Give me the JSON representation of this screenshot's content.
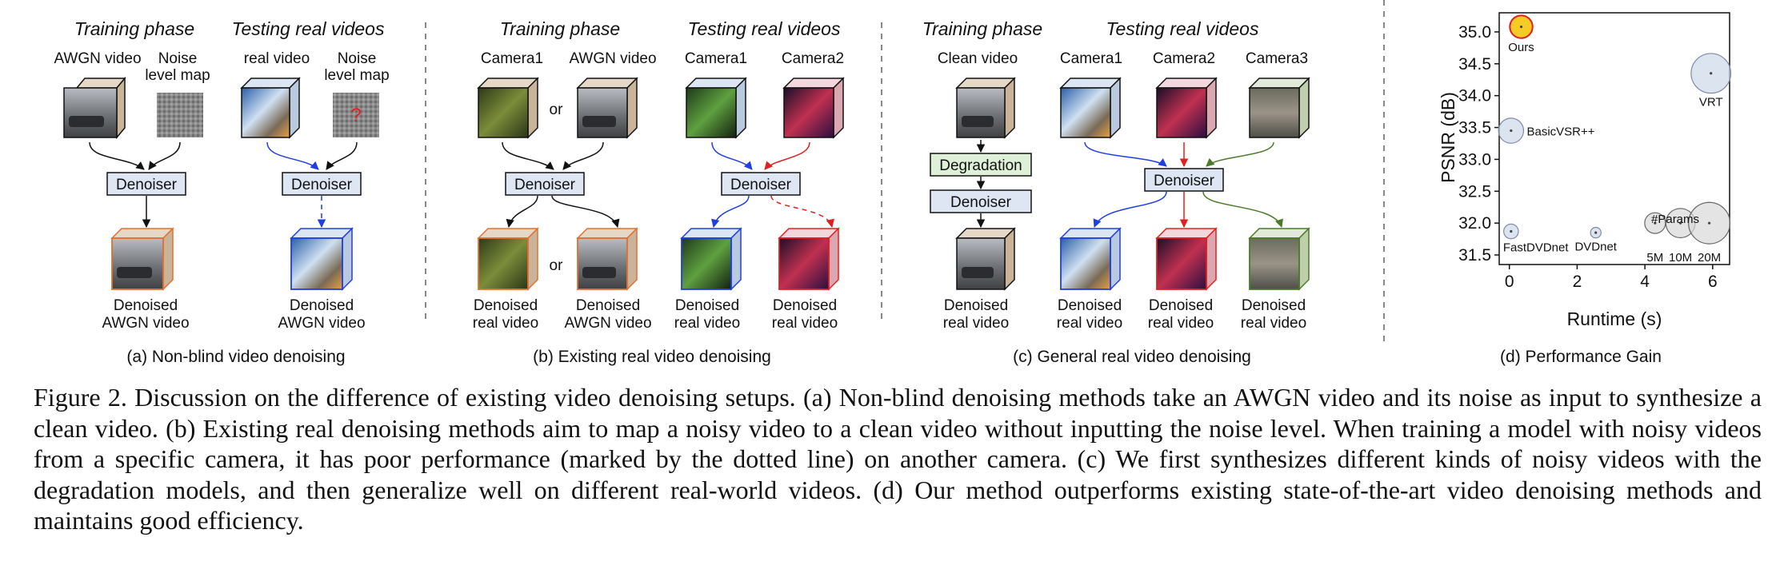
{
  "panel_a": {
    "training": "Training phase",
    "testing": "Testing real videos",
    "awgn_video": "AWGN video",
    "noise_map_1": "Noise",
    "noise_map_2": "level map",
    "real_video": "real video",
    "noise_map2_1": "Noise",
    "noise_map2_2": "level map",
    "question": "?",
    "denoiser": "Denoiser",
    "out1_1": "Denoised",
    "out1_2": "AWGN video",
    "out2_1": "Denoised",
    "out2_2": "AWGN video",
    "caption": "(a) Non-blind video denoising"
  },
  "panel_b": {
    "training": "Training phase",
    "testing": "Testing real videos",
    "camera1": "Camera1",
    "awgn_video": "AWGN video",
    "or": "or",
    "test_camera1": "Camera1",
    "test_camera2": "Camera2",
    "denoiser": "Denoiser",
    "out1_1": "Denoised",
    "out1_2": "real video",
    "out2_1": "Denoised",
    "out2_2": "AWGN video",
    "out3_1": "Denoised",
    "out3_2": "real video",
    "out4_1": "Denoised",
    "out4_2": "real video",
    "caption": "(b) Existing real video denoising"
  },
  "panel_c": {
    "training": "Training phase",
    "testing": "Testing real videos",
    "clean_video": "Clean video",
    "degradation": "Degradation",
    "denoiser": "Denoiser",
    "camera1": "Camera1",
    "camera2": "Camera2",
    "camera3": "Camera3",
    "out0_1": "Denoised",
    "out0_2": "real video",
    "out1_1": "Denoised",
    "out1_2": "real video",
    "out2_1": "Denoised",
    "out2_2": "real video",
    "out3_1": "Denoised",
    "out3_2": "real video",
    "caption": "(c) General real video denoising"
  },
  "panel_d": {
    "caption": "(d) Performance Gain",
    "params_label": "#Params",
    "chart_data": {
      "type": "scatter",
      "xlabel": "Runtime (s)",
      "ylabel": "PSNR (dB)",
      "xlim": [
        -0.3,
        6.5
      ],
      "ylim": [
        31.35,
        35.3
      ],
      "xticks": [
        0,
        2,
        4,
        6
      ],
      "yticks": [
        31.5,
        32.0,
        32.5,
        33.0,
        33.5,
        34.0,
        34.5,
        35.0
      ],
      "points": [
        {
          "name": "Ours",
          "x": 0.35,
          "y": 35.08,
          "params_m": 6.0,
          "color": "#f5c200"
        },
        {
          "name": "VRT",
          "x": 5.95,
          "y": 34.35,
          "params_m": 18.3,
          "color": "#cdd8ea"
        },
        {
          "name": "BasicVSR++",
          "x": 0.05,
          "y": 33.45,
          "params_m": 7.3,
          "color": "#cdd8ea"
        },
        {
          "name": "FastDVDnet",
          "x": 0.05,
          "y": 31.87,
          "params_m": 2.5,
          "color": "#cdd8ea"
        },
        {
          "name": "DVDnet",
          "x": 2.55,
          "y": 31.85,
          "params_m": 1.3,
          "color": "#cdd8ea"
        }
      ],
      "size_legend": [
        {
          "label": "5M",
          "x": 4.3,
          "y": 32.0,
          "params_m": 5
        },
        {
          "label": "10M",
          "x": 5.05,
          "y": 32.0,
          "params_m": 10
        },
        {
          "label": "20M",
          "x": 5.9,
          "y": 32.0,
          "params_m": 20
        }
      ]
    }
  },
  "caption": "Figure 2. Discussion on the difference of existing video denoising setups. (a) Non-blind denoising methods take an AWGN video and its noise as input to synthesize a clean video. (b) Existing real denoising methods aim to map a noisy video to a clean video without inputting the noise level. When training a model with noisy videos from a specific camera, it has poor performance (marked by the dotted line) on another camera. (c) We first synthesizes different kinds of noisy videos with the degradation models, and then generalize well on different real-world videos. (d) Our method outperforms existing state-of-the-art video denoising methods and maintains good efficiency.",
  "colors": {
    "blue": "#1f3fe0",
    "red": "#e02020",
    "green": "#4a7a2a",
    "orange": "#e07030",
    "box_fill": "#dde6f2",
    "degradation_fill": "#dff0d8"
  }
}
